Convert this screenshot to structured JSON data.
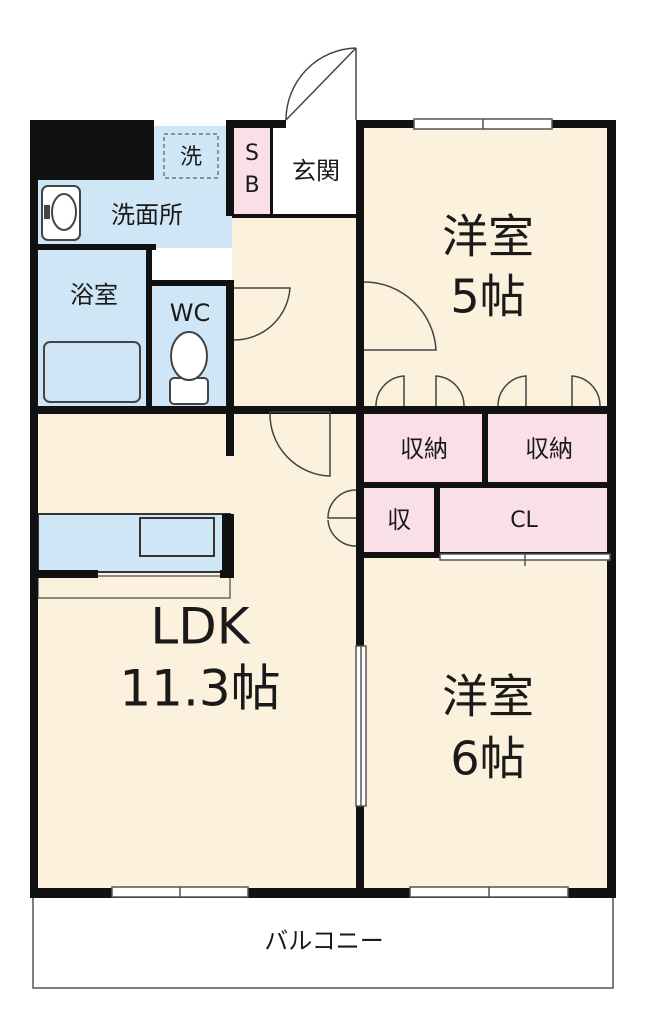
{
  "floorplan": {
    "colors": {
      "wall": "#111111",
      "floor_room": "#fbf1dd",
      "floor_wet": "#cfe6f6",
      "floor_storage": "#f9dfe6",
      "entrance": "#ffffff"
    },
    "rooms": {
      "western_room_5": {
        "name": "洋室",
        "size": "5帖"
      },
      "western_room_6": {
        "name": "洋室",
        "size": "6帖"
      },
      "ldk": {
        "name": "LDK",
        "size": "11.3帖"
      },
      "washroom": {
        "name": "洗面所"
      },
      "bathroom": {
        "name": "浴室"
      },
      "wc": {
        "name": "WC"
      },
      "entrance": {
        "name": "玄関"
      },
      "shoe_box": {
        "line1": "S",
        "line2": "B"
      },
      "washer": {
        "name": "洗"
      },
      "storage_left": {
        "name": "収納"
      },
      "storage_right": {
        "name": "収納"
      },
      "storage_small": {
        "name": "収"
      },
      "closet": {
        "name": "CL"
      },
      "balcony": {
        "name": "バルコニー"
      }
    }
  }
}
